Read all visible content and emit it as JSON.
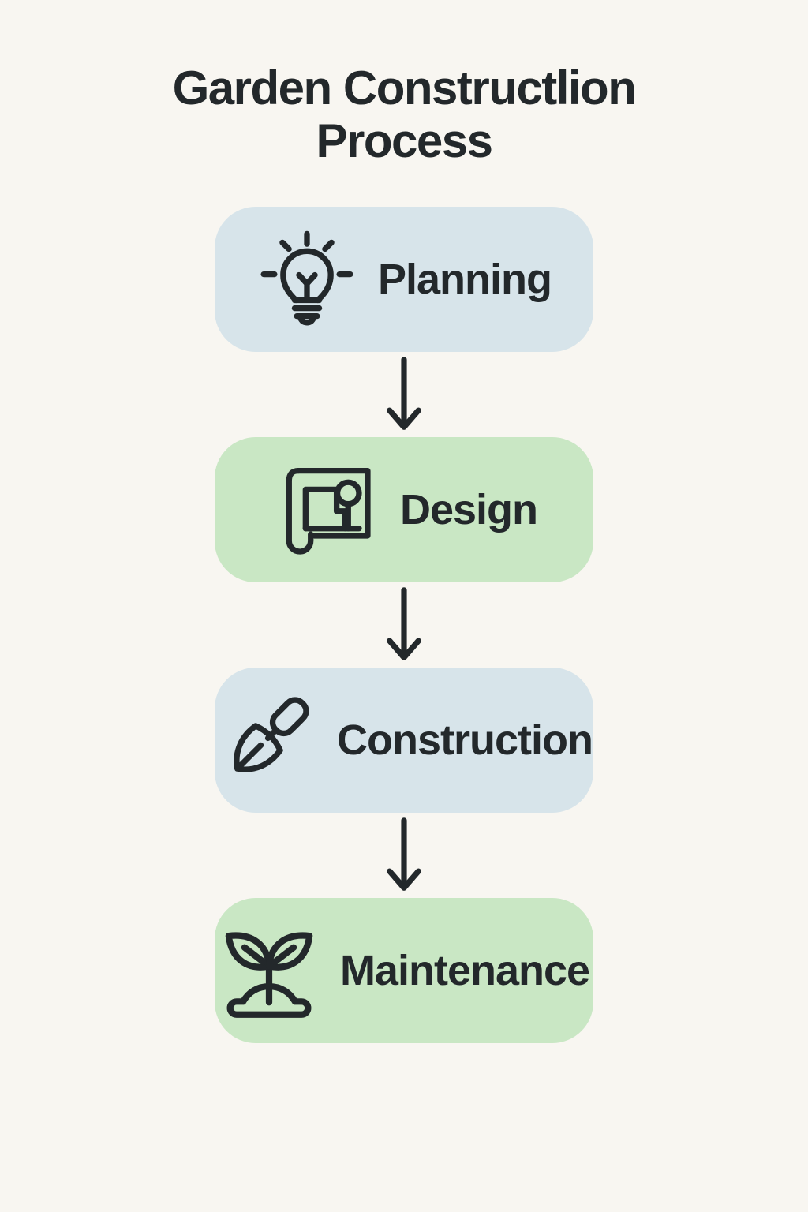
{
  "title": {
    "line1": "Garden Constructlion",
    "line2": "Process"
  },
  "steps": [
    {
      "label": "Planning",
      "icon": "lightbulb-icon",
      "variant": "blue"
    },
    {
      "label": "Design",
      "icon": "blueprint-icon",
      "variant": "green"
    },
    {
      "label": "Construction",
      "icon": "trowel-icon",
      "variant": "blue"
    },
    {
      "label": "Maintenance",
      "icon": "seedling-icon",
      "variant": "green"
    }
  ],
  "arrows": {
    "count": 3,
    "direction": "down"
  },
  "colors": {
    "background": "#f8f6f1",
    "box_blue": "#d7e4ea",
    "box_green": "#c9e7c4",
    "ink": "#23282b"
  }
}
